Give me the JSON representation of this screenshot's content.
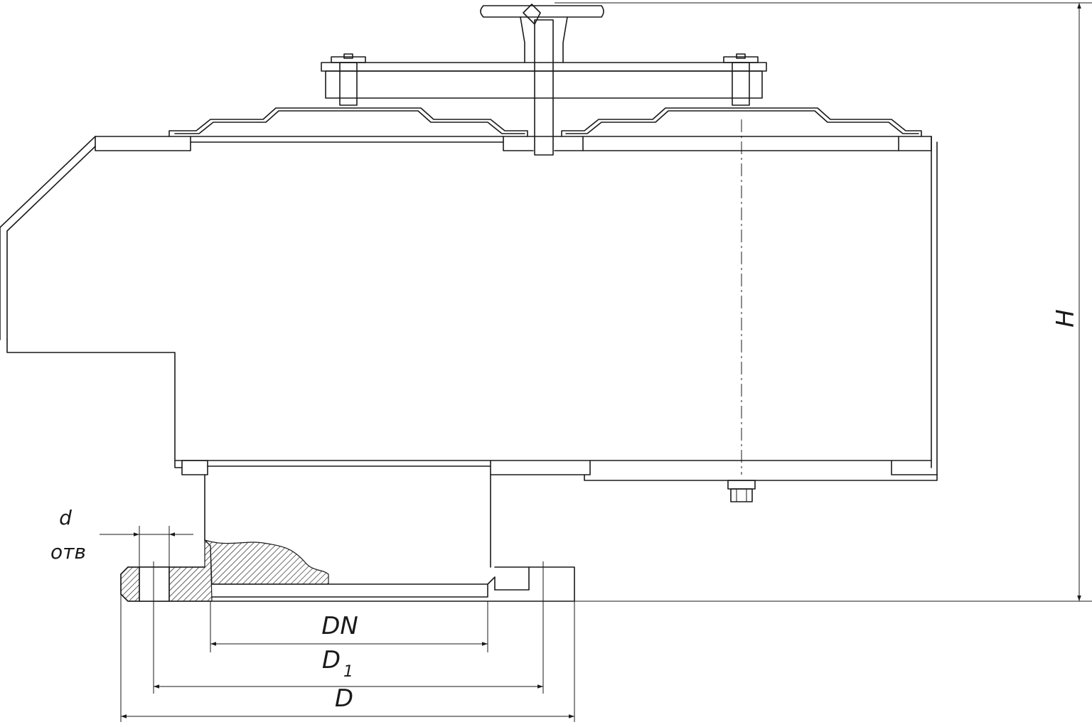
{
  "dimensions": {
    "height": "H",
    "nominal_diameter": "DN",
    "bolt_circle": "D",
    "bolt_circle_sub": "1",
    "flange_diameter": "D",
    "hole_diameter": "d",
    "hole_diameter_note": "отв"
  }
}
